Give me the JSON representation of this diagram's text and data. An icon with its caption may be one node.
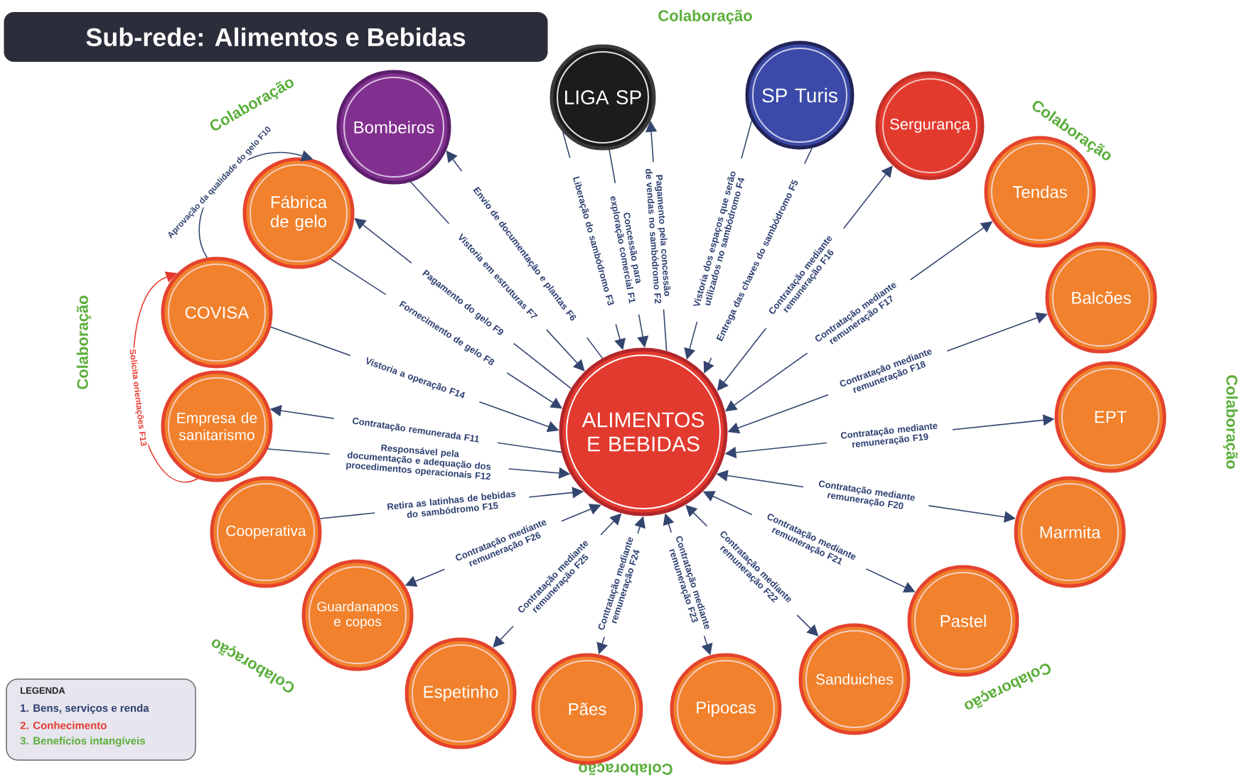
{
  "diagram": {
    "title": "Sub-rede:  Alimentos e Bebidas",
    "nodes": [
      {
        "text": [
          "ALIMENTOS E BEBIDAS"
        ]
      },
      {
        "text": [
          "Bombeiros"
        ]
      },
      {
        "text": [
          "LIGA SP"
        ]
      },
      {
        "text": [
          "SP Turis"
        ]
      },
      {
        "text": [
          "Sergurança"
        ]
      },
      {
        "text": [
          "Tendas"
        ]
      },
      {
        "text": [
          "Balcões"
        ]
      },
      {
        "text": [
          "EPT"
        ]
      },
      {
        "text": [
          "Marmita"
        ]
      },
      {
        "text": [
          "Pastel"
        ]
      },
      {
        "text": [
          "Sanduiches"
        ]
      },
      {
        "text": [
          "Pipocas"
        ]
      },
      {
        "text": [
          "Pães"
        ]
      },
      {
        "text": [
          "Espetinho"
        ]
      },
      {
        "text": [
          "Guardanapos e copos"
        ]
      },
      {
        "text": [
          "Cooperativa"
        ]
      },
      {
        "text": [
          "Empresa de sanitarismo"
        ]
      },
      {
        "text": [
          "COVISA"
        ]
      },
      {
        "text": [
          "Fábrica de gelo"
        ]
      }
    ],
    "edges": [
      {
        "from": 2,
        "to": 0,
        "arrow": "to",
        "label": "Concessão para exploração comercial F1"
      },
      {
        "from": 0,
        "to": 2,
        "arrow": "to",
        "label": "Pagamento pela concessão de vendas no sambódromo F2"
      },
      {
        "from": 2,
        "to": 0,
        "arrow": "to",
        "label": "Liberação do sambódromo F3"
      },
      {
        "from": 3,
        "to": 0,
        "arrow": "to",
        "label": "Vistoria dos espaços que serão utilizados no sambódromo F4"
      },
      {
        "from": 3,
        "to": 0,
        "arrow": "to",
        "label": "Entrega das chaves do sambódromo F5"
      },
      {
        "from": 0,
        "to": 1,
        "arrow": "to",
        "label": "Envio de documentação e plantas F6"
      },
      {
        "from": 1,
        "to": 0,
        "arrow": "to",
        "label": "Vistoria em estruturas F7"
      },
      {
        "from": 18,
        "to": 0,
        "arrow": "to",
        "label": "Fornecimento de gelo F8"
      },
      {
        "from": 0,
        "to": 18,
        "arrow": "to",
        "label": "Pagamento do gelo F9"
      },
      {
        "from": 17,
        "to": 18,
        "arrow": "to",
        "label": "Aprovação da qualidade do gelo F10"
      },
      {
        "from": 0,
        "to": 16,
        "arrow": "to",
        "label": "Contratação remunerada F11"
      },
      {
        "from": 16,
        "to": 0,
        "arrow": "to",
        "label": "Responsável pela documentação e adequação dos procedimentos operacionais F12"
      },
      {
        "from": 16,
        "to": 17,
        "arrow": "to",
        "label": "Solicita orientações F13",
        "color": "#e53a2f"
      },
      {
        "from": 17,
        "to": 0,
        "arrow": "to",
        "label": "Vistoria a operação F14"
      },
      {
        "from": 15,
        "to": 0,
        "arrow": "to",
        "label": "Retira as latinhas de bebidas do sambódromo F15"
      },
      {
        "from": 4,
        "to": 0,
        "arrow": "both",
        "label": "Contratação mediante remuneração F16"
      },
      {
        "from": 5,
        "to": 0,
        "arrow": "both",
        "label": "Contratação mediante remuneração F17"
      },
      {
        "from": 6,
        "to": 0,
        "arrow": "both",
        "label": "Contratação mediante remuneração F18"
      },
      {
        "from": 7,
        "to": 0,
        "arrow": "both",
        "label": "Contratação mediante remuneração F19"
      },
      {
        "from": 8,
        "to": 0,
        "arrow": "both",
        "label": "Contratação mediante remuneração F20"
      },
      {
        "from": 9,
        "to": 0,
        "arrow": "both",
        "label": "Contratação mediante remuneração F21"
      },
      {
        "from": 10,
        "to": 0,
        "arrow": "both",
        "label": "Contratação mediante remuneração F22"
      },
      {
        "from": 11,
        "to": 0,
        "arrow": "both",
        "label": "Contratação mediante remuneração F23"
      },
      {
        "from": 12,
        "to": 0,
        "arrow": "both",
        "label": "Contratação mediante remuneração F24"
      },
      {
        "from": 13,
        "to": 0,
        "arrow": "both",
        "label": "Contratação mediante remuneração F25"
      },
      {
        "from": 14,
        "to": 0,
        "arrow": "both",
        "label": "Contratação mediante remuneração F26"
      }
    ],
    "labels": [
      "Colaboração",
      "Colaboração",
      "Colaboração",
      "Colaboração",
      "Colaboração",
      "Colaboração",
      "Colaboração",
      "LEGENDA",
      "Colaboração"
    ],
    "legend": [
      {
        "text": "1. Bens, serviços e renda",
        "color": "#2c3e70"
      },
      {
        "text": "2. Conhecimento",
        "color": "#e53a2f"
      },
      {
        "text": "3. Benefícios intangíveis",
        "color": "#5aae3a"
      }
    ]
  }
}
